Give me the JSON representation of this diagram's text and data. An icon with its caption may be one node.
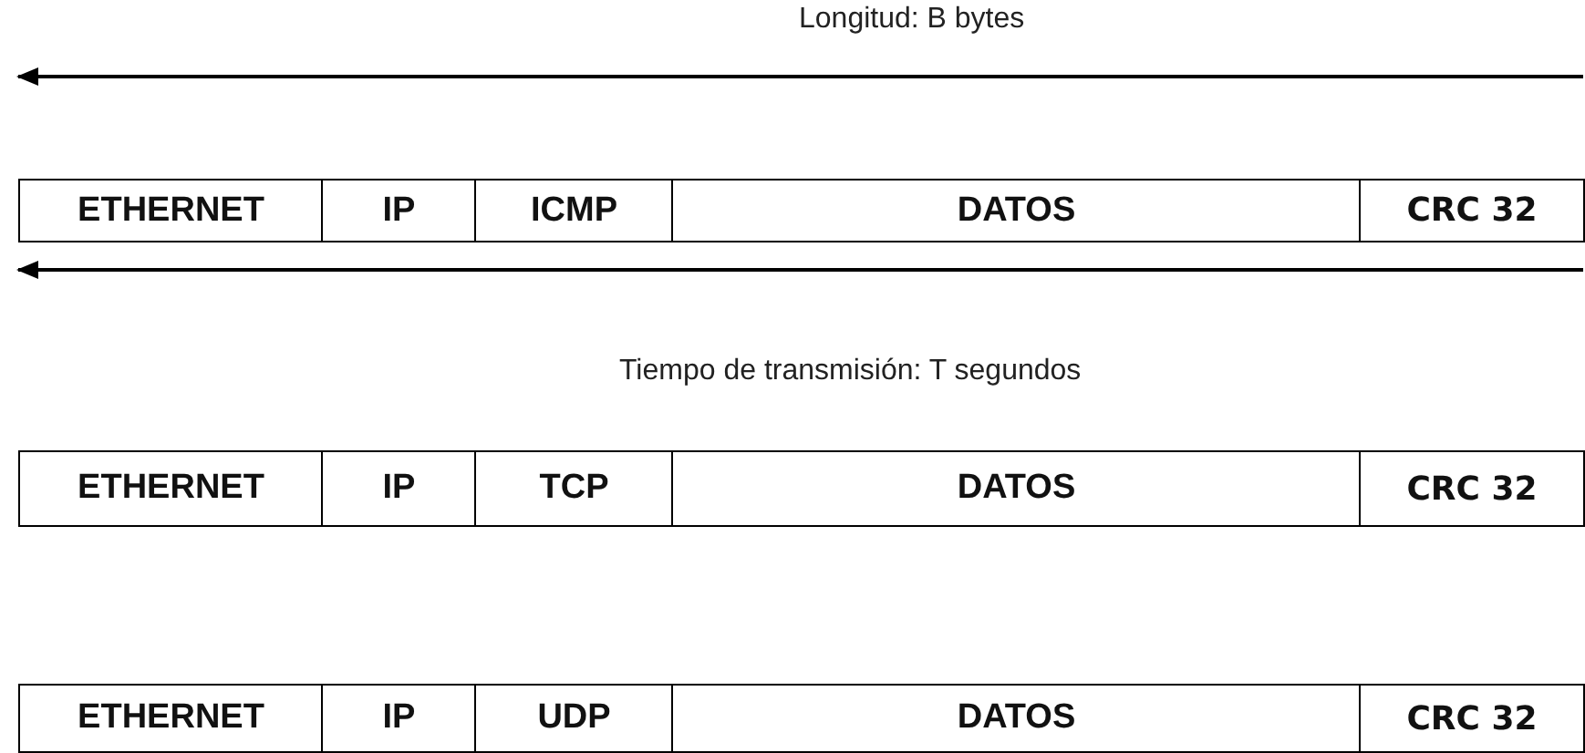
{
  "diagram": {
    "nodes": [
      {
        "text": [
          "ETHERNET"
        ]
      },
      {
        "text": [
          "IP"
        ]
      },
      {
        "text": [
          "ICMP"
        ]
      },
      {
        "text": [
          "DATOS"
        ]
      },
      {
        "text": [
          "CRC 32"
        ]
      },
      {
        "text": [
          "ETHERNET"
        ]
      },
      {
        "text": [
          "IP"
        ]
      },
      {
        "text": [
          "TCP"
        ]
      },
      {
        "text": [
          "DATOS"
        ]
      },
      {
        "text": [
          "CRC 32"
        ]
      },
      {
        "text": [
          "ETHERNET"
        ]
      },
      {
        "text": [
          "IP"
        ]
      },
      {
        "text": [
          "UDP"
        ]
      },
      {
        "text": [
          "DATOS"
        ]
      },
      {
        "text": [
          "CRC 32"
        ]
      }
    ],
    "edges": [],
    "labels": [
      "Longitud: B bytes",
      "Tiempo de transmisión: T segundos"
    ]
  }
}
